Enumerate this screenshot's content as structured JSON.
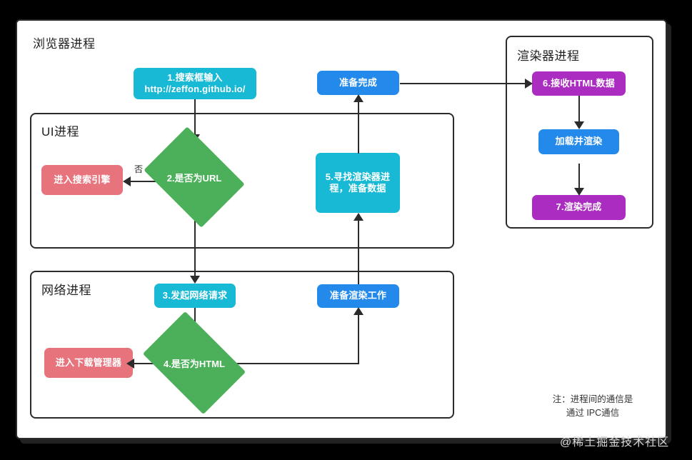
{
  "diagram": {
    "type": "flowchart",
    "browser_process": {
      "title": "浏览器进程",
      "ui_process": {
        "title": "UI进程"
      },
      "network_process": {
        "title": "网络进程"
      }
    },
    "renderer_process": {
      "title": "渲染器进程"
    },
    "nodes": {
      "step1": {
        "label": "1.搜索框输入\nhttp://zeffon.github.io/",
        "color": "#17b9d4",
        "shape": "rounded-rect"
      },
      "step2": {
        "label": "2.是否为URL",
        "color": "#4cb05a",
        "shape": "diamond"
      },
      "search_engine": {
        "label": "进入搜索引擎",
        "color": "#e7737d",
        "shape": "rounded-rect"
      },
      "step3": {
        "label": "3.发起网络请求",
        "color": "#17b9d4",
        "shape": "rounded-rect"
      },
      "step4": {
        "label": "4.是否为HTML",
        "color": "#4cb05a",
        "shape": "diamond"
      },
      "download_manager": {
        "label": "进入下载管理器",
        "color": "#e7737d",
        "shape": "rounded-rect"
      },
      "prepare_render": {
        "label": "准备渲染工作",
        "color": "#2389ea",
        "shape": "rounded-rect"
      },
      "step5": {
        "label": "5.寻找渲染器进\n程，准备数据",
        "color": "#17b9d4",
        "shape": "rounded-rect"
      },
      "ready_done": {
        "label": "准备完成",
        "color": "#2389ea",
        "shape": "rounded-rect"
      },
      "step6": {
        "label": "6.接收HTML数据",
        "color": "#ab2cc0",
        "shape": "rounded-rect"
      },
      "load_render": {
        "label": "加载并渲染",
        "color": "#2389ea",
        "shape": "rounded-rect"
      },
      "step7": {
        "label": "7.渲染完成",
        "color": "#ab2cc0",
        "shape": "rounded-rect"
      }
    },
    "edge_labels": {
      "no_branch": "否"
    },
    "note": "注：进程间的通信是\n通过 IPC通信",
    "watermark": "@稀土掘金技术社区"
  }
}
